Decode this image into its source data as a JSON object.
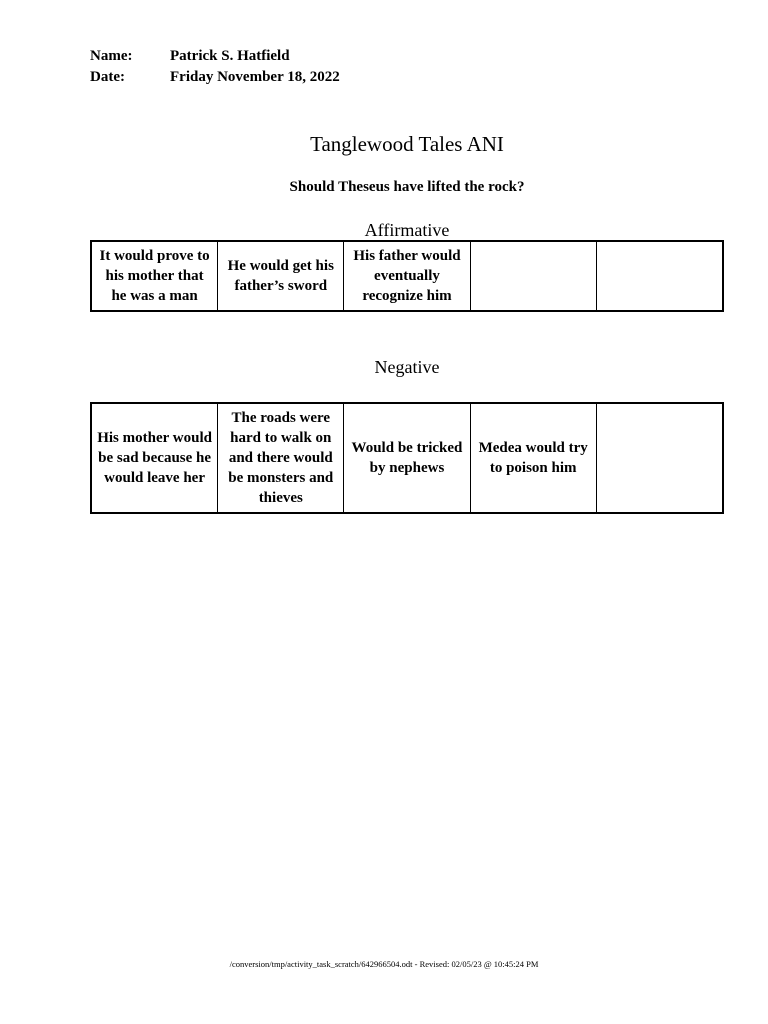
{
  "header": {
    "name_label": "Name:",
    "name_value": "Patrick S. Hatfield",
    "date_label": "Date:",
    "date_value": "Friday November 18, 2022"
  },
  "title": "Tanglewood Tales ANI",
  "question": "Should Theseus have lifted the rock?",
  "sections": [
    {
      "heading": "Affirmative",
      "cells": [
        "It would prove to his mother that he was a man",
        "He would get his father’s sword",
        "His father would eventually recognize him",
        "",
        ""
      ]
    },
    {
      "heading": "Negative",
      "cells": [
        "His mother would be sad because he would leave her",
        "The roads were hard to walk on and there would be monsters and thieves",
        "Would be tricked by nephews",
        "Medea would try to poison him",
        ""
      ]
    }
  ],
  "footer": "/conversion/tmp/activity_task_scratch/642966504.odt - Revised: 02/05/23 @ 10:45:24 PM"
}
